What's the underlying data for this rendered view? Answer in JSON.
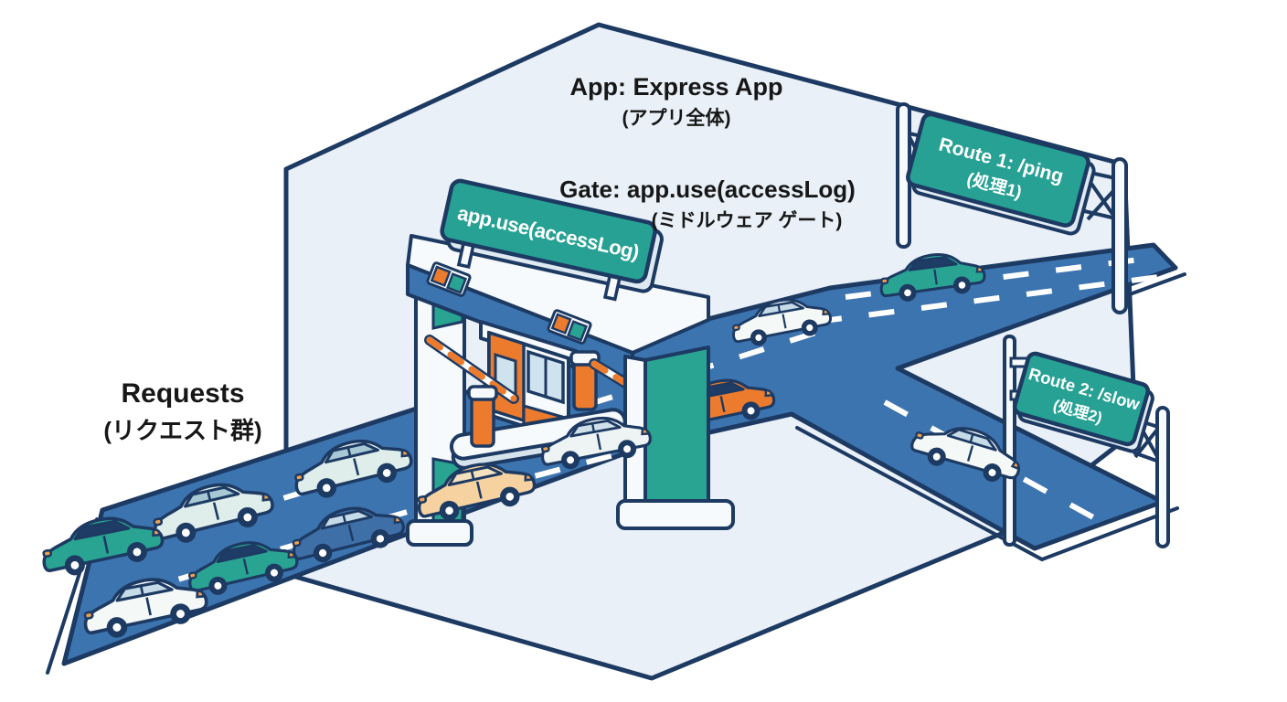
{
  "diagram": {
    "app_label": {
      "title": "App: Express App",
      "subtitle": "(アプリ全体)"
    },
    "gate_label": {
      "title": "Gate: app.use(accessLog)",
      "subtitle": "(ミドルウェア ゲート)"
    },
    "requests_label": {
      "title": "Requests",
      "subtitle": "(リクエスト群)"
    },
    "gate_sign_text": "app.use(accessLog)",
    "route1_sign": {
      "line1": "Route 1: /ping",
      "line2": "(処理1)"
    },
    "route2_sign": {
      "line1": "Route 2: /slow",
      "line2": "(処理2)"
    }
  },
  "cars": {
    "queued_before_gate": 8,
    "passed_gate": 2,
    "on_route1": 1,
    "on_route2": 1
  },
  "colors": {
    "background": "#ffffff",
    "outline": "#1d3a63",
    "road": "#3c74b0",
    "area": "#e9f0f7",
    "green": "#27a194",
    "orange": "#ed7b2d",
    "teal": "#2aa492",
    "whiteish": "#f7fafc",
    "glass_light": "#c6dbe8",
    "car_lightteal": "#dfeeea",
    "car_navy": "#3f6fa7",
    "car_tan": "#f6d2a0"
  }
}
